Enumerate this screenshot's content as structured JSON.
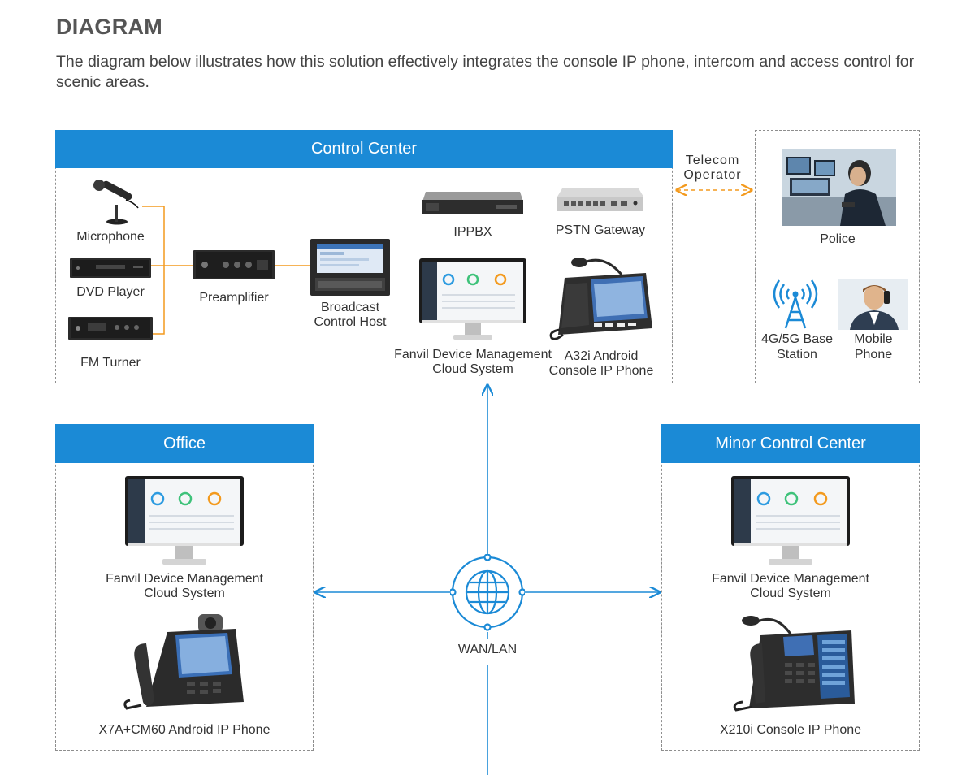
{
  "page": {
    "title": "DIAGRAM",
    "subtitle": "The diagram below illustrates how this solution effectively integrates the console IP phone, intercom and access control for scenic areas."
  },
  "control_center": {
    "header": "Control Center",
    "microphone": "Microphone",
    "dvd_player": "DVD Player",
    "fm_turner": "FM Turner",
    "preamplifier": "Preamplifier",
    "broadcast_host_line1": "Broadcast",
    "broadcast_host_line2": "Control Host",
    "ippbx": "IPPBX",
    "pstn_gateway": "PSTN Gateway",
    "fdms_line1": "Fanvil Device Management",
    "fdms_line2": "Cloud System",
    "a32i_line1": "A32i Android",
    "a32i_line2": "Console IP Phone"
  },
  "telecom": {
    "line1": "Telecom",
    "line2": "Operator"
  },
  "external": {
    "police": "Police",
    "base_station_line1": "4G/5G Base",
    "base_station_line2": "Station",
    "mobile_phone_line1": "Mobile",
    "mobile_phone_line2": "Phone"
  },
  "office": {
    "header": "Office",
    "fdms_line1": "Fanvil Device Management",
    "fdms_line2": "Cloud System",
    "phone": "X7A+CM60 Android IP Phone"
  },
  "minor_center": {
    "header": "Minor Control Center",
    "fdms_line1": "Fanvil Device Management",
    "fdms_line2": "Cloud System",
    "phone": "X210i Console IP Phone"
  },
  "network": {
    "label": "WAN/LAN"
  },
  "colors": {
    "header_blue": "#1b8ad6",
    "link_blue": "#1b8ad6",
    "audio_orange": "#f39a1e",
    "dashed_gray": "#8e8e8e"
  }
}
